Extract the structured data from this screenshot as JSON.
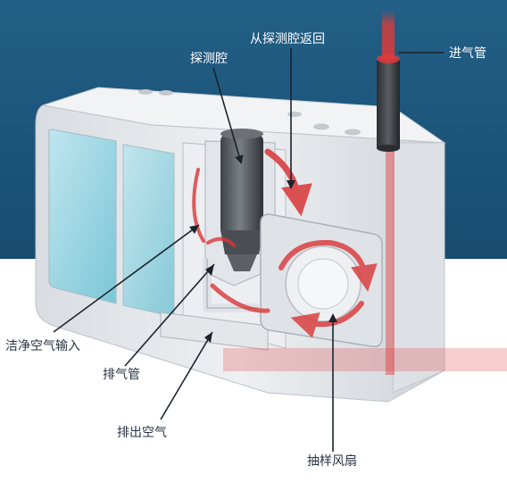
{
  "labels": {
    "probe_chamber": "探测腔",
    "return_from_chamber": "从探测腔返回",
    "inlet_pipe": "进气管",
    "clean_air_input": "洁净空气输入",
    "exhaust_pipe": "排气管",
    "exhaust_air": "排出空气",
    "sampling_fan": "抽样风扇"
  },
  "colors": {
    "background_top": "#1e5f8a",
    "background_bottom": "#ffffff",
    "device_body": "#e7e9ec",
    "airflow": "#e03a3a",
    "label_on_blue": "#ffffff",
    "label_on_white": "#2a3444"
  }
}
